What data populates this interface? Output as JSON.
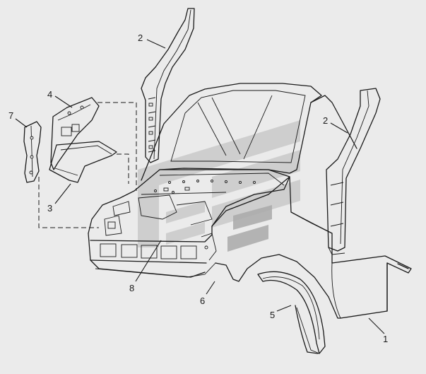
{
  "callouts": {
    "c1": "1",
    "c2a": "2",
    "c2b": "2",
    "c3": "3",
    "c4": "4",
    "c5": "5",
    "c6": "6",
    "c7": "7",
    "c8": "8"
  },
  "colors": {
    "background": "#ebebeb",
    "line": "#1a1a1a",
    "watermark": "#c9c9c9"
  }
}
